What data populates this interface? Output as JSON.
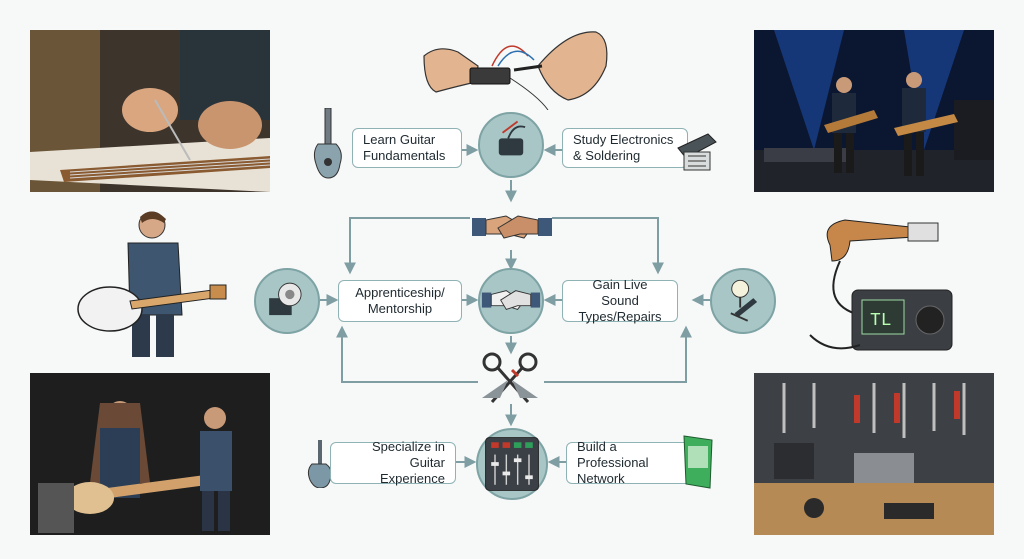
{
  "nodes": {
    "learn_fundamentals": {
      "line1": "Learn Guitar",
      "line2": "Fundamentals"
    },
    "study_electronics": {
      "line1": "Study Electronics",
      "line2": "& Soldering"
    },
    "apprenticeship": {
      "line1": "Apprenticeship/",
      "line2": "Mentorship"
    },
    "live_sound": {
      "line1": "Gain Live Sound",
      "line2": "Types/Repairs"
    },
    "specialize": {
      "line1": "Specialize in Guitar",
      "line2": "Experience"
    },
    "network": {
      "line1": "Build a",
      "line2": "Professional Network"
    }
  },
  "colors": {
    "accent_teal": "#a9c6c6",
    "box_border": "#8fb3b5",
    "arrow": "#7f9ea3"
  },
  "icons": [
    "soldering-hands-icon",
    "pickup-circle-icon",
    "electric-guitar-icon",
    "circuit-chip-icon",
    "handshake-icon",
    "handshake-circle-icon",
    "solder-spool-icon",
    "microphone-icon",
    "scissors-tools-icon",
    "mixing-console-icon",
    "guitar-small-icon",
    "flag-icon"
  ]
}
